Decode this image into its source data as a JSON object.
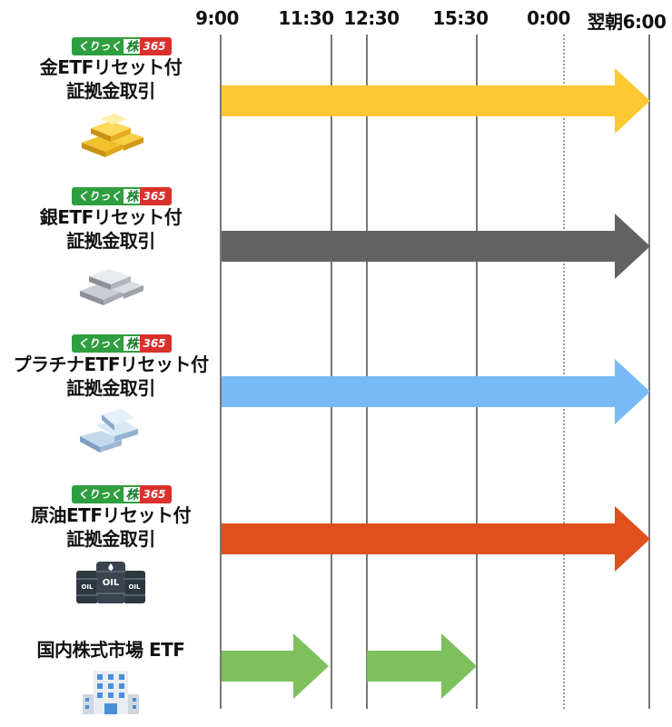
{
  "time_axis": {
    "labels": [
      "9:00",
      "11:30",
      "12:30",
      "15:30",
      "0:00",
      "翌朝6:00"
    ]
  },
  "badge": {
    "part1": "くりっく",
    "part2": "株",
    "part3": "365"
  },
  "rows": [
    {
      "line1": "金ETFリセット付",
      "line2": "証拠金取引",
      "arrow_color": "#ffc732",
      "icon": "gold-bars-icon"
    },
    {
      "line1": "銀ETFリセット付",
      "line2": "証拠金取引",
      "arrow_color": "#626262",
      "icon": "silver-bars-icon"
    },
    {
      "line1": "プラチナETFリセット付",
      "line2": "証拠金取引",
      "arrow_color": "#78baf8",
      "icon": "platinum-bars-icon"
    },
    {
      "line1": "原油ETFリセット付",
      "line2": "証拠金取引",
      "arrow_color": "#e0501f",
      "icon": "oil-barrels-icon"
    },
    {
      "line1": "国内株式市場 ETF",
      "line2": "",
      "arrow_color": "#7dc05c",
      "icon": "office-building-icon"
    }
  ],
  "oil_label": "OIL"
}
